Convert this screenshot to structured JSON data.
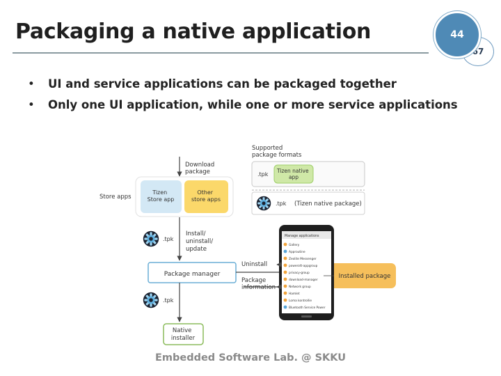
{
  "slide": {
    "title": "Packaging a native application",
    "slide_number": "44",
    "total_slides": "67",
    "bullets": [
      "UI and service applications can be packaged together",
      "Only one UI application, while one or more service applications"
    ],
    "footer": "Embedded Software Lab. @ SKKU"
  },
  "diagram": {
    "download_package": [
      "Download",
      "package"
    ],
    "store_apps": "Store apps",
    "tizen_store_app": [
      "Tizen",
      "Store app"
    ],
    "other_store_apps": [
      "Other",
      "store apps"
    ],
    "supported_formats": [
      "Supported",
      "package formats"
    ],
    "tpk_ext": ".tpk",
    "tizen_native_app": [
      "Tizen native",
      "app"
    ],
    "tizen_native_package": "(Tizen native package)",
    "install_uninstall_update": [
      "Install/",
      "uninstall/",
      "update"
    ],
    "package_manager": "Package manager",
    "uninstall": "Uninstall",
    "package_information": [
      "Package",
      "information"
    ],
    "installed_package": "Installed package",
    "native_installer": [
      "Native",
      "installer"
    ],
    "phone_header": "Manage applications",
    "phone_apps": [
      "Gallery",
      "Approutine",
      "Zeolite Messenger",
      "powerott-appgroup",
      "privacy-group",
      "download-manager",
      "Network group",
      "Hamlet",
      "Loma kontrollie",
      "Bluetooth Service Power"
    ]
  },
  "colors": {
    "slide_badge": "#4f8ab6",
    "tizen_store_bg": "#d3e8f5",
    "other_store_bg": "#fbd86a",
    "installed_package_bg": "#f6bf5b",
    "tizen_native_app_bg": "#cfe8a7",
    "package_manager_border": "#6aaed6",
    "native_installer_border": "#8cbc5c"
  },
  "icons": [
    "tizen-gear-icon",
    "arrow-icon",
    "phone-device"
  ]
}
